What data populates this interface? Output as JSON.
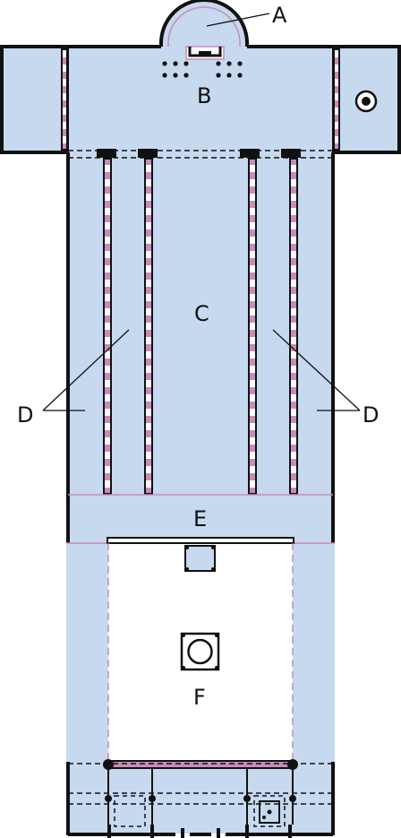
{
  "diagram": {
    "type": "architectural-floor-plan",
    "labels": {
      "A": "A",
      "B": "B",
      "C": "C",
      "D_left": "D",
      "D_right": "D",
      "E": "E",
      "F": "F"
    },
    "colors": {
      "floor": "#c6d9ee",
      "wall": "#111111",
      "accent": "#c98bb8",
      "background": "#ffffff"
    }
  }
}
